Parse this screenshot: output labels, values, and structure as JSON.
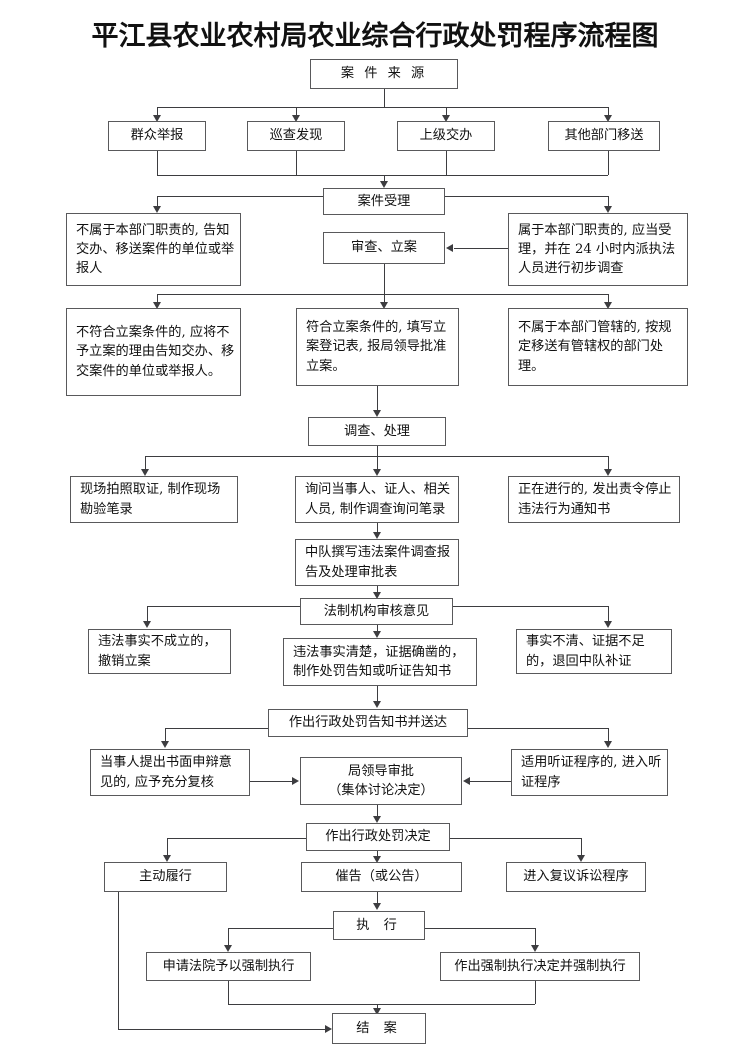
{
  "title": "平江县农业农村局农业综合行政处罚程序流程图",
  "nodes": {
    "source": "案 件 来 源",
    "src_public": "群众举报",
    "src_patrol": "巡查发现",
    "src_superior": "上级交办",
    "src_other": "其他部门移送",
    "accept": "案件受理",
    "not_duty": "不属于本部门职责的, 告知交办、移送案件的单位或举报人",
    "is_duty": "属于本部门职责的, 应当受理，并在 24 小时内派执法人员进行初步调查",
    "review_file": "审查、立案",
    "not_qualify": "不符合立案条件的, 应将不予立案的理由告知交办、移交案件的单位或举报人。",
    "qualify": "符合立案条件的, 填写立案登记表, 报局领导批准立案。",
    "not_jurisdiction": "不属于本部门管辖的, 按规定移送有管辖权的部门处理。",
    "investigate": "调查、处理",
    "photo": "现场拍照取证, 制作现场勘验笔录",
    "inquiry": "询问当事人、证人、相关人员, 制作调查询问笔录",
    "ongoing": "正在进行的, 发出责令停止违法行为通知书",
    "team_report": "中队撰写违法案件调查报告及处理审批表",
    "legal_review": "法制机构审核意见",
    "not_established": "违法事实不成立的，撤销立案",
    "established": "违法事实清楚，证据确凿的，制作处罚告知或听证告知书",
    "insufficient": "事实不清、证据不足的，退回中队补证",
    "notice_served": "作出行政处罚告知书并送达",
    "defense": "当事人提出书面申辩意见的, 应予充分复核",
    "leader_approval_line1": "局领导审批",
    "leader_approval_line2": "（集体讨论决定）",
    "hearing": "适用听证程序的, 进入听证程序",
    "decision": "作出行政处罚决定",
    "voluntary": "主动履行",
    "urge": "催告（或公告）",
    "reconsideration": "进入复议诉讼程序",
    "execute": "执 行",
    "court_enforce": "申请法院予以强制执行",
    "compulsory": "作出强制执行决定并强制执行",
    "close": "结 案"
  },
  "style": {
    "border_color": "#59595b",
    "line_color": "#3d3d40",
    "background": "#ffffff",
    "text_color": "#111111"
  }
}
